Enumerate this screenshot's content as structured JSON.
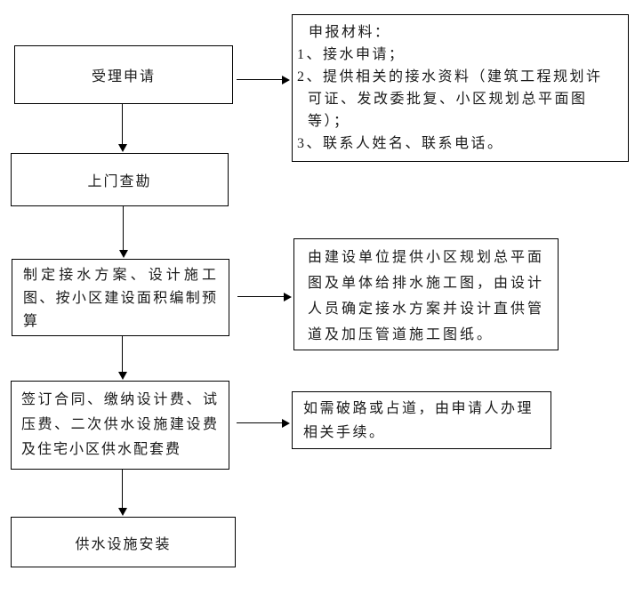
{
  "diagram": {
    "steps": [
      {
        "label": "受理申请"
      },
      {
        "label": "上门查勘"
      },
      {
        "label": "制定接水方案、设计施工图、按小区建设面积编制预算"
      },
      {
        "label": "签订合同、缴纳设计费、试压费、二次供水设施建设费及住宅小区供水配套费"
      },
      {
        "label": "供水设施安装"
      }
    ],
    "notes": {
      "materials": {
        "lines": [
          "申报材料：",
          "1、接水申请；",
          "2、提供相关的接水资料（建筑工程规划许",
          "可证、发改委批复、小区规划总平面图",
          "等）；",
          "3、联系人姓名、联系电话。"
        ]
      },
      "design": {
        "lines": [
          "由建设单位提供小区规划总平面",
          "图及单体给排水施工图，由设计",
          "人员确定接水方案并设计直供管",
          "道及加压管道施工图纸。"
        ]
      },
      "road": {
        "lines": [
          "如需破路或占道，由申请人办理",
          "相关手续。"
        ]
      }
    },
    "colors": {
      "background": "#ffffff",
      "border": "#000000",
      "text": "#1a1a1a",
      "arrow": "#000000"
    }
  }
}
